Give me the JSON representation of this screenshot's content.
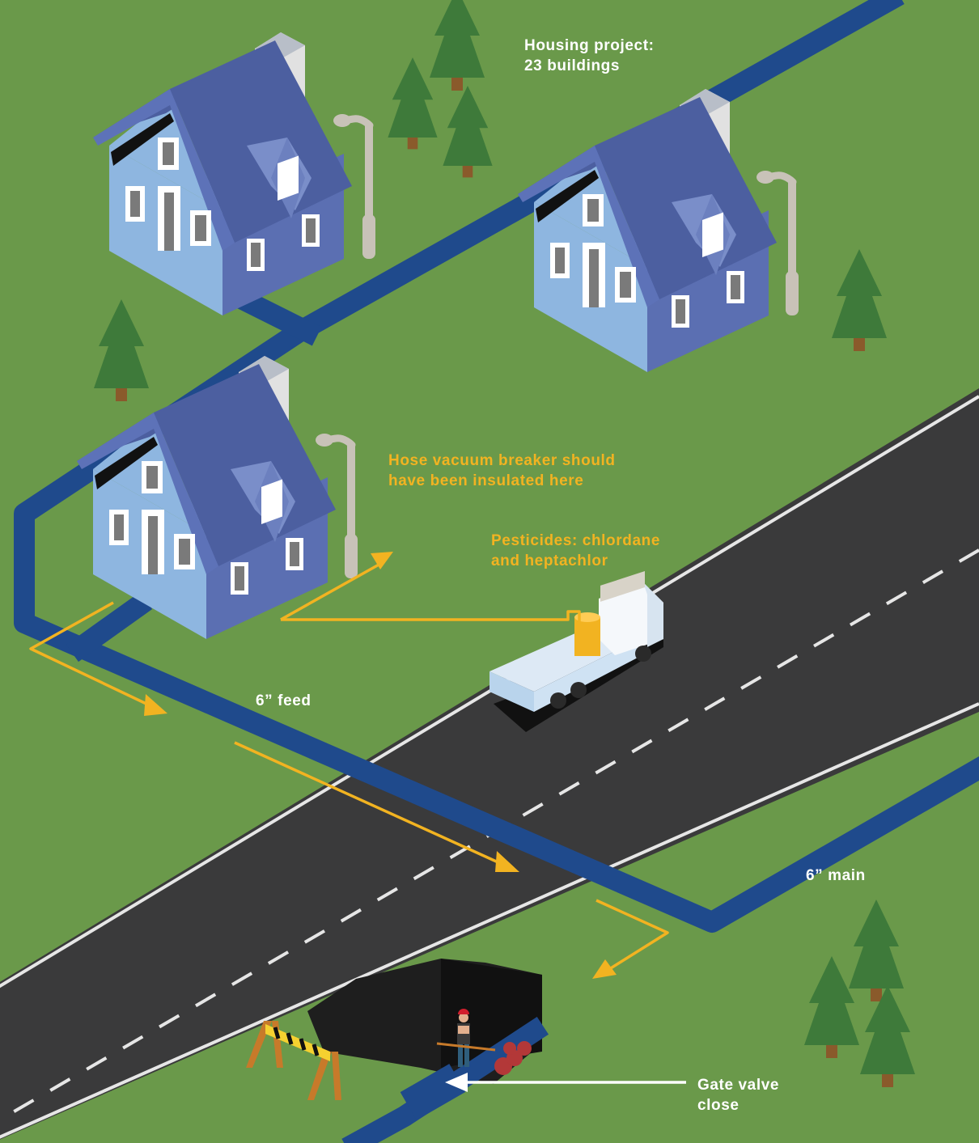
{
  "colors": {
    "grass": "#6a994a",
    "road": "#3a3a3b",
    "pipe": "#1f4a8c",
    "flow_arrow": "#f2b321",
    "label_white": "#ffffff",
    "house_wall": "#8eb6e0",
    "house_roof": "#4c5fa0",
    "tree": "#3e7a3a"
  },
  "labels": {
    "housing_project": [
      "Housing project:",
      "23 buildings"
    ],
    "hose_vacuum": [
      "Hose vacuum breaker should",
      "have been insulated here"
    ],
    "pesticides": [
      "Pesticides: chlordane",
      "and heptachlor"
    ],
    "feed": "6” feed",
    "main": "6” main",
    "gate_valve": [
      "Gate valve",
      "close"
    ]
  },
  "icons": [
    "tree-icon",
    "house-icon",
    "street-lamp-icon",
    "truck-icon",
    "tank-icon",
    "worker-icon",
    "barricade-icon",
    "gate-valve-icon"
  ]
}
